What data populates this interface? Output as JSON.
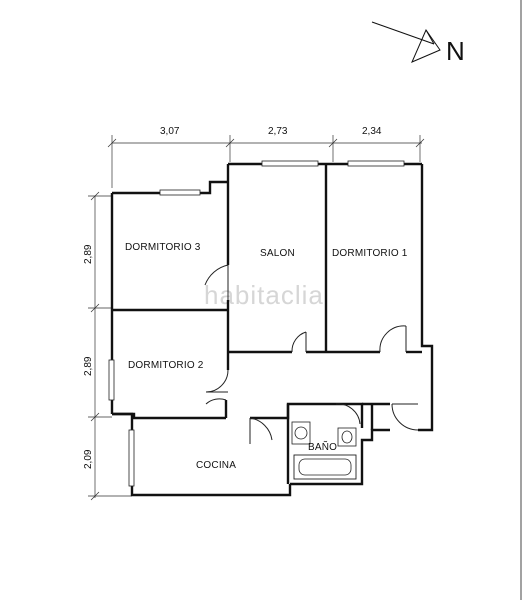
{
  "compass": {
    "label": "N",
    "icon": "north-arrow-icon"
  },
  "watermark": {
    "text": "habitaclia",
    "note": "logo watermark reproduced as faint lettering"
  },
  "rooms": {
    "dormitorio_3": "DORMITORIO 3",
    "salon": "SALON",
    "dormitorio_1": "DORMITORIO 1",
    "dormitorio_2": "DORMITORIO 2",
    "cocina": "COCINA",
    "bano": "BAÑO"
  },
  "dimensions": {
    "top": [
      "3,07",
      "2,73",
      "2,34"
    ],
    "left": [
      "2,89",
      "2,89",
      "2,09"
    ]
  },
  "colors": {
    "ink": "#111111",
    "watermark": "#d6d6d6",
    "background": "#ffffff"
  }
}
